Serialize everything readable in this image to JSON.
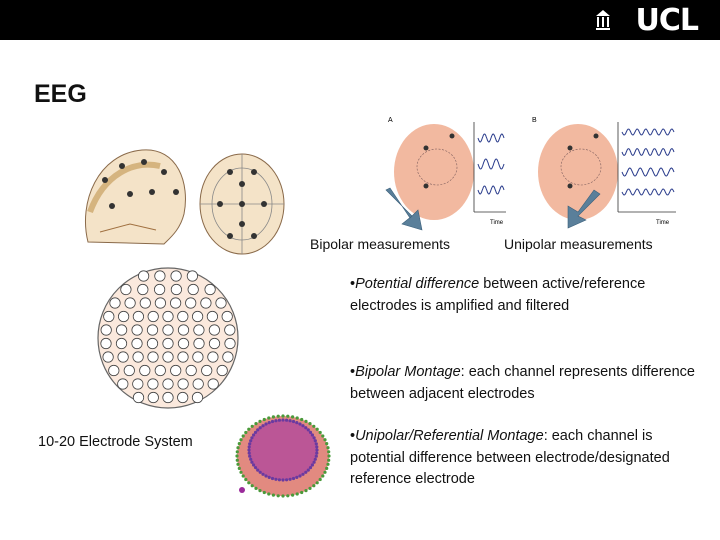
{
  "header": {
    "logo_text": "UCL"
  },
  "slide": {
    "title": "EEG"
  },
  "figures": {
    "bipolar_caption": "Bipolar measurements",
    "unipolar_caption": "Unipolar measurements",
    "electrode_system_label": "10-20 Electrode System"
  },
  "bullets": [
    {
      "marker": "•",
      "emph": "Potential difference",
      "rest": " between active/reference electrodes is amplified and filtered"
    },
    {
      "marker": "•",
      "emph": "Bipolar Montage",
      "rest": ": each channel represents difference between adjacent electrodes"
    },
    {
      "marker": "•",
      "emph": "Unipolar/Referential Montage",
      "rest": ": each channel is potential difference between electrode/designated reference electrode"
    }
  ],
  "colors": {
    "header": "#000000",
    "arrow": "#5a7f9a",
    "head": "#f2b9a0",
    "wave": "#2a3c8c"
  }
}
